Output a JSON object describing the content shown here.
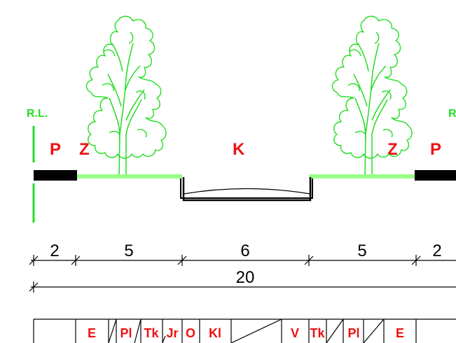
{
  "reference_line": {
    "left_label": "R.L.",
    "right_label": "R"
  },
  "zones": [
    {
      "id": "p-left",
      "label": "P",
      "surface": "pavement",
      "color": "#000000"
    },
    {
      "id": "z-left",
      "label": "Z",
      "surface": "green-strip",
      "color": "#99ff88"
    },
    {
      "id": "k",
      "label": "K",
      "surface": "roadway",
      "color": "#000000"
    },
    {
      "id": "z-right",
      "label": "Z",
      "surface": "green-strip",
      "color": "#99ff88"
    },
    {
      "id": "p-right",
      "label": "P",
      "surface": "pavement",
      "color": "#000000"
    }
  ],
  "dimensions": {
    "segments": [
      "2",
      "5",
      "6",
      "5",
      "2"
    ],
    "total": "20"
  },
  "legend": [
    "E",
    "Pl",
    "Tk",
    "Jr",
    "O",
    "Kl",
    "V",
    "Tk",
    "Pl",
    "E"
  ],
  "icons": {
    "tree_left": "tree-icon",
    "tree_right": "tree-icon"
  },
  "colors": {
    "label_red": "#ee1111",
    "green": "#22dd22",
    "light_green": "#99ff88",
    "line": "#000000"
  }
}
